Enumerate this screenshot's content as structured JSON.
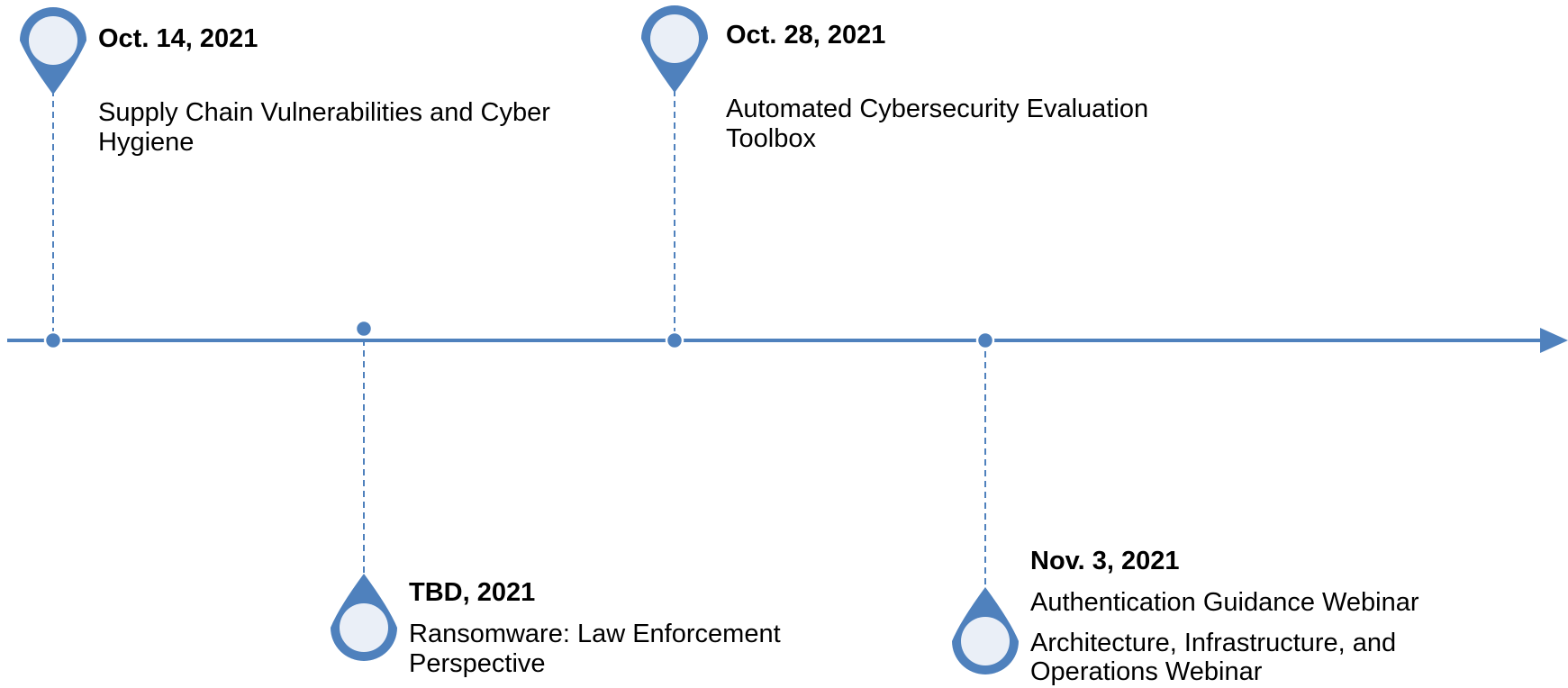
{
  "colors": {
    "accent": "#4f81bd",
    "pin_fill": "#eaeff7",
    "line": "#4f81bd"
  },
  "timeline": {
    "events": [
      {
        "date": "Oct. 14, 2021",
        "title_lines": [
          "Supply Chain Vulnerabilities and Cyber",
          "Hygiene"
        ]
      },
      {
        "date": "TBD, 2021",
        "title_lines": [
          "Ransomware: Law Enforcement",
          "Perspective"
        ]
      },
      {
        "date": "Oct. 28, 2021",
        "title_lines": [
          "Automated Cybersecurity Evaluation",
          "Toolbox"
        ]
      },
      {
        "date": "Nov. 3, 2021",
        "items": [
          {
            "title_lines": [
              "Authentication Guidance Webinar"
            ]
          },
          {
            "title_lines": [
              "Architecture, Infrastructure, and",
              "Operations Webinar"
            ]
          }
        ]
      }
    ]
  }
}
